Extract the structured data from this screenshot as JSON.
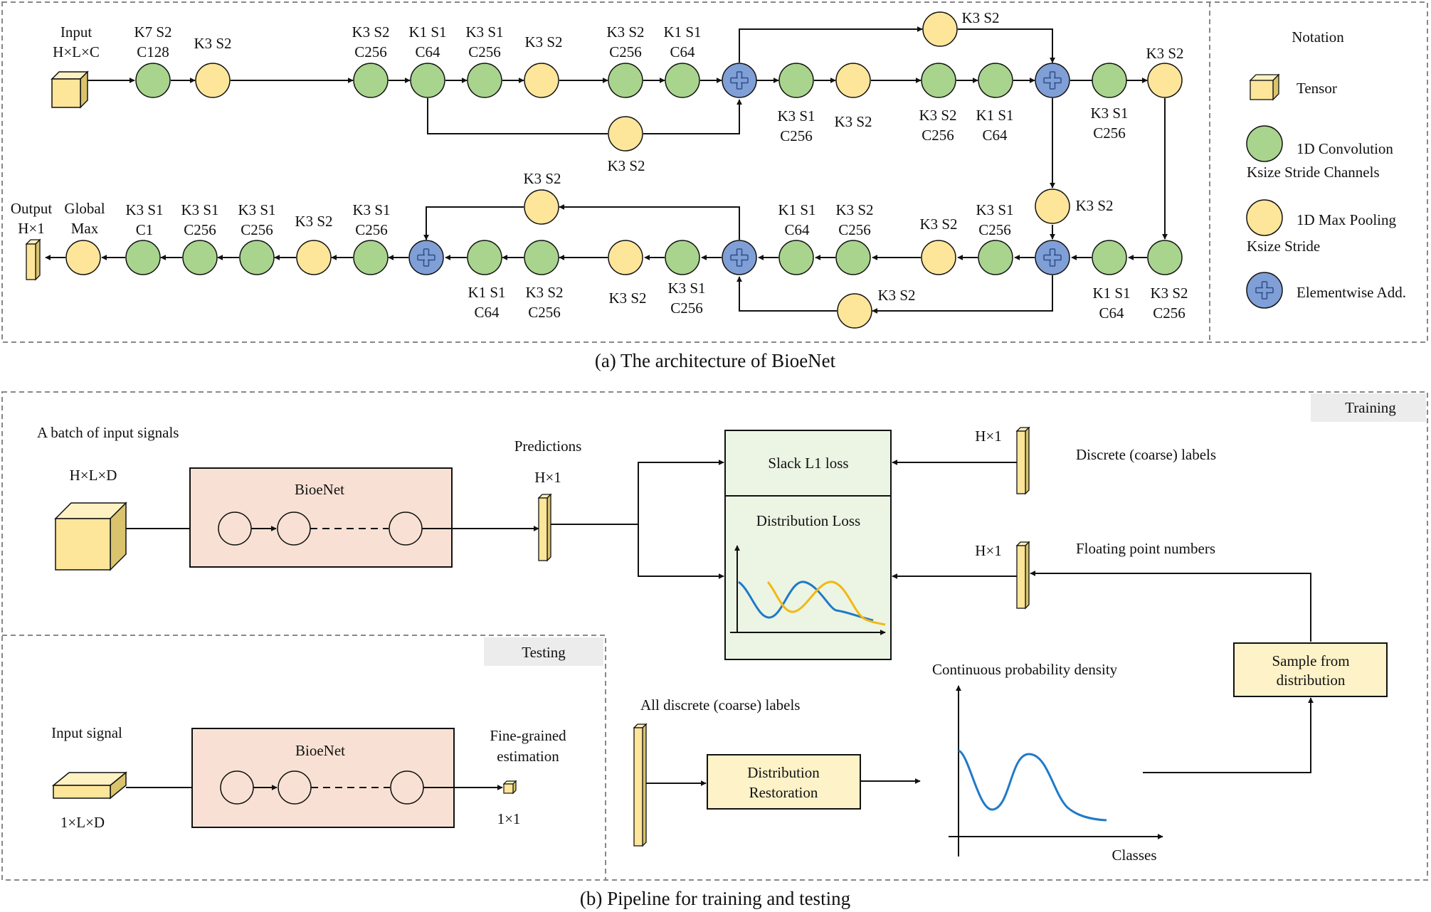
{
  "caption_a": "(a) The architecture of BioeNet",
  "caption_b": "(b) Pipeline for training and testing",
  "notation": {
    "title": "Notation",
    "tensor": "Tensor",
    "conv_line1": "1D Convolution",
    "conv_line2": "Ksize  Stride  Channels",
    "pool_line1": "1D Max Pooling",
    "pool_line2": "Ksize Stride",
    "add": "Elementwise Add."
  },
  "arch": {
    "input_l1": "Input",
    "input_l2": "H×L×C",
    "output_l1": "Output",
    "output_l2": "H×1",
    "global_l1": "Global",
    "global_l2": "Max",
    "k7s2": "K7 S2",
    "c128": "C128",
    "k3s2": "K3 S2",
    "k3s1": "K3 S1",
    "k1s1": "K1 S1",
    "c256": "C256",
    "c64": "C64",
    "c1": "C1"
  },
  "pipeline": {
    "training": "Training",
    "testing": "Testing",
    "batch": "A batch of input signals",
    "hld": "H×L×D",
    "bioenet": "BioeNet",
    "predictions": "Predictions",
    "h1": "H×1",
    "slack": "Slack L1 loss",
    "dist_loss": "Distribution Loss",
    "discrete": "Discrete (coarse) labels",
    "floating": "Floating point numbers",
    "sample_l1": "Sample from",
    "sample_l2": "distribution",
    "cont_density": "Continuous probability density",
    "all_discrete": "All discrete (coarse) labels",
    "restoration_l1": "Distribution",
    "restoration_l2": "Restoration",
    "classes": "Classes",
    "input_signal": "Input signal",
    "one_ld": "1×L×D",
    "fine_l1": "Fine-grained",
    "fine_l2": "estimation",
    "one_one": "1×1"
  },
  "colors": {
    "conv": "#a8d48e",
    "pool": "#fde59a",
    "add": "#7f9fd6",
    "tensor_front": "#fde59a",
    "tensor_side": "#d9c36c",
    "tensor_top": "#fff2c2",
    "bioenet_fill": "#f8e1d4",
    "loss_fill": "#ecf4e4",
    "box_fill": "#fdf2c8",
    "curve_blue": "#1f7ac8",
    "curve_yellow": "#f2b812",
    "tag_fill": "#ececec"
  }
}
